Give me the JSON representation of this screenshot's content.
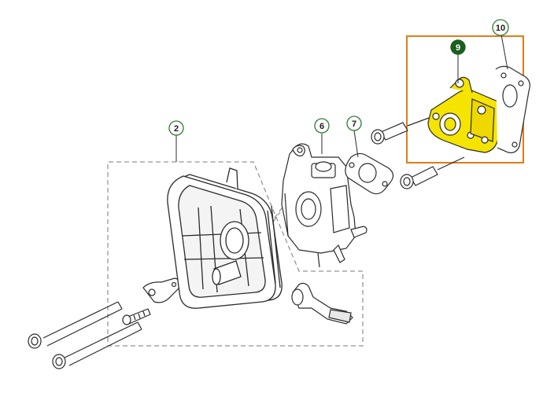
{
  "colors": {
    "callout_ring": "#2e7d32",
    "callout_text": "#1b1b1b",
    "selected_callout_fill": "#1b5e20",
    "selected_callout_text": "#ffffff",
    "highlight_box": "#e07b1a",
    "highlight_part": "#f5e400",
    "line": "#2b2b2b",
    "dash": "#7a7a7a"
  },
  "callouts": [
    {
      "id": "2",
      "label": "2",
      "selected": false
    },
    {
      "id": "6",
      "label": "6",
      "selected": false
    },
    {
      "id": "7",
      "label": "7",
      "selected": false
    },
    {
      "id": "9",
      "label": "9",
      "selected": true
    },
    {
      "id": "10",
      "label": "10",
      "selected": false
    }
  ]
}
